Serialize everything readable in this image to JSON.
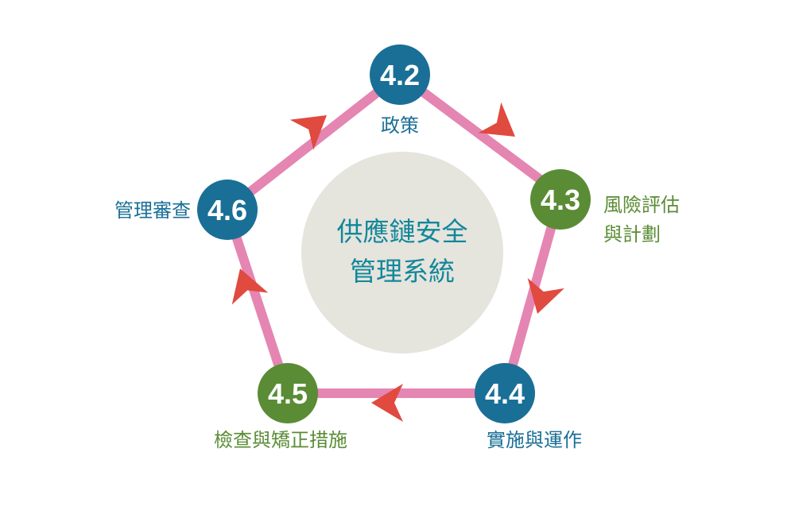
{
  "colors": {
    "blue": "#1a6f96",
    "green": "#5a8c35",
    "pink": "#e585b2",
    "arrow_red": "#e04a3f",
    "center_fill": "#e5e4dd",
    "center_text": "#12879a"
  },
  "center": {
    "line1": "供應鏈安全",
    "line2": "管理系統"
  },
  "nodes": [
    {
      "number": "4.2",
      "label": [
        "政策"
      ],
      "color": "blue"
    },
    {
      "number": "4.3",
      "label": [
        "風險評估",
        "與計劃"
      ],
      "color": "green"
    },
    {
      "number": "4.4",
      "label": [
        "實施與運作"
      ],
      "color": "blue"
    },
    {
      "number": "4.5",
      "label": [
        "檢查與矯正措施"
      ],
      "color": "green"
    },
    {
      "number": "4.6",
      "label": [
        "管理審查"
      ],
      "color": "blue"
    }
  ]
}
